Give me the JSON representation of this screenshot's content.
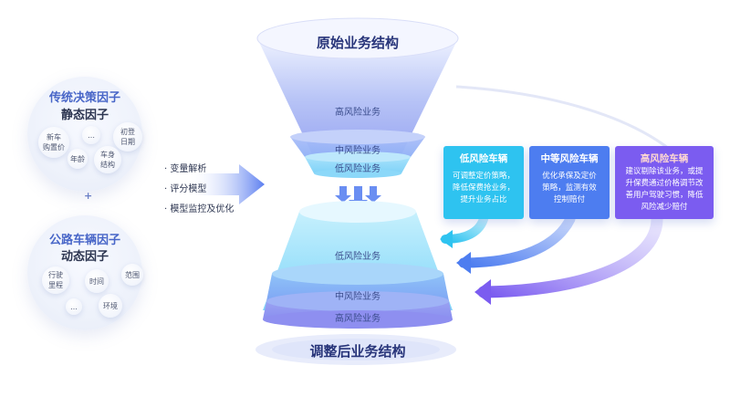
{
  "factors": {
    "traditional": {
      "title": "传统决策因子",
      "subtitle": "静态因子",
      "bubbles": [
        "新车\n购置价",
        "…",
        "初登\n日期",
        "年龄",
        "车身\n结构"
      ]
    },
    "plus": "+",
    "vehicle": {
      "title": "公路车辆因子",
      "subtitle": "动态因子",
      "bubbles": [
        "行驶\n里程",
        "时间",
        "范围",
        "…",
        "环境"
      ]
    }
  },
  "methods": [
    "变量解析",
    "评分模型",
    "模型监控及优化"
  ],
  "funnel_top": {
    "title": "原始业务结构",
    "layers": [
      "高风险业务",
      "中风险业务",
      "低风险业务"
    ]
  },
  "funnel_bottom": {
    "title": "调整后业务结构",
    "layers": [
      "低风险业务",
      "中风险业务",
      "高风险业务"
    ]
  },
  "cards": [
    {
      "title": "低风险车辆",
      "desc": "可调整定价策略，\n降低保费抢业务，\n提升业务占比",
      "color": "#2ec3f0"
    },
    {
      "title": "中等风险车辆",
      "desc": "优化承保及定价\n策略，监测有效\n控制赔付",
      "color": "#4d7df0"
    },
    {
      "title": "高风险车辆",
      "desc": "建议剔除该业务，或提\n升保费通过价格调节改\n善用户驾驶习惯，降低\n风险减少赔付",
      "color": "#7b5cf0"
    }
  ],
  "colors": {
    "accent": "#4866c8",
    "low": "#2ec3f0",
    "mid": "#4d7df0",
    "high": "#7b5cf0"
  }
}
